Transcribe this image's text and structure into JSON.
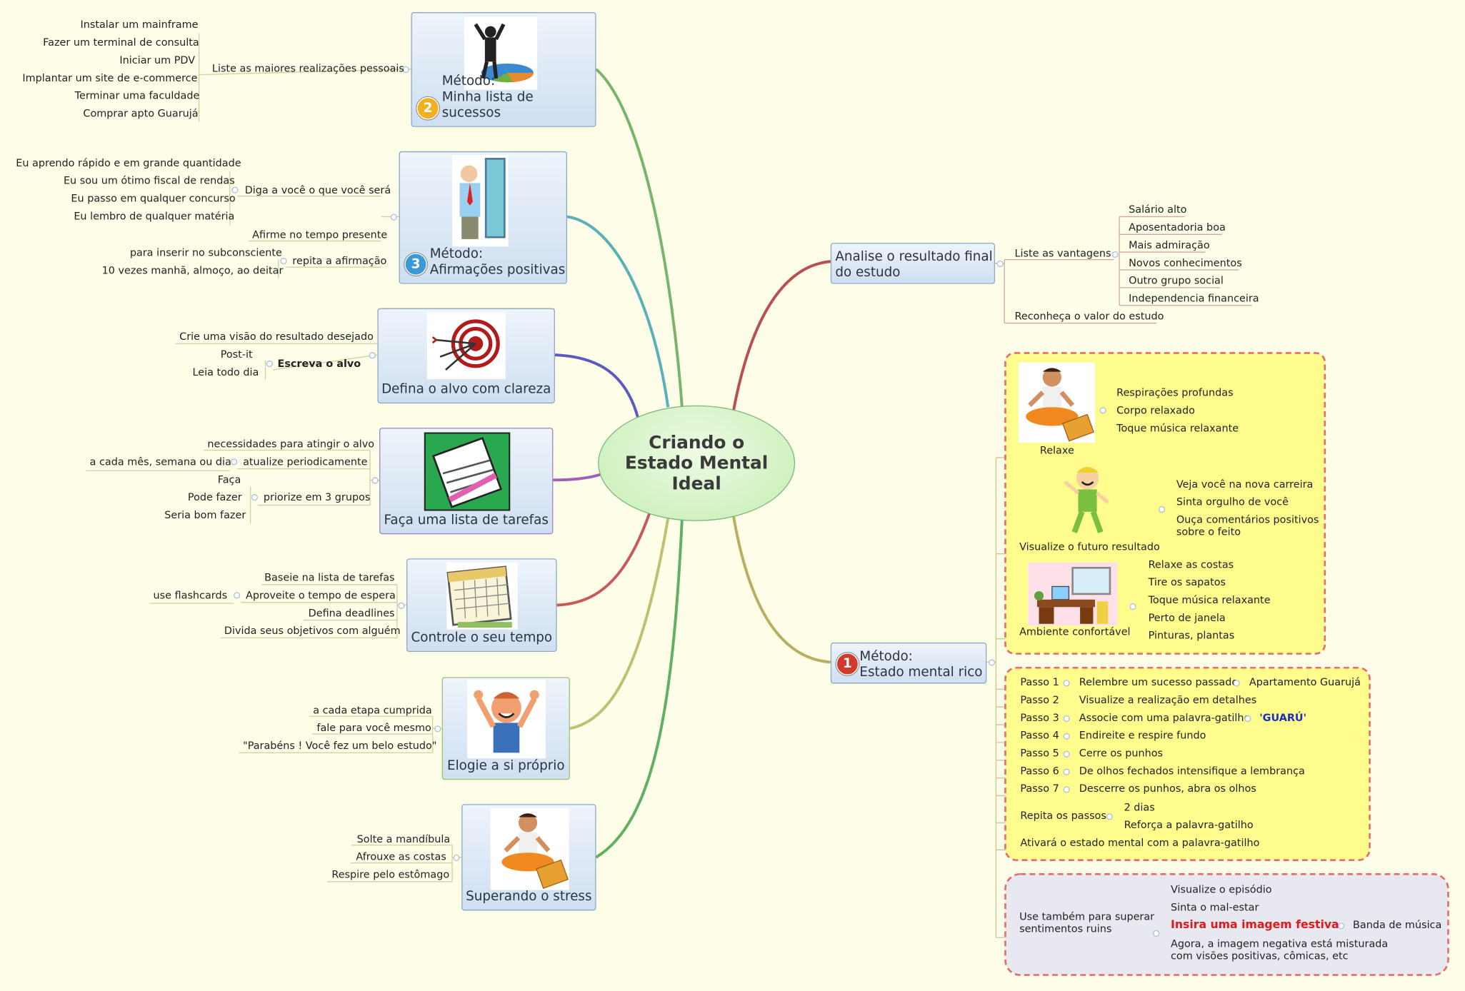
{
  "central": {
    "line1": "Criando o",
    "line2": "Estado Mental",
    "line3": "Ideal"
  },
  "sucessos": {
    "title_line1": "Método:",
    "title_line2": "Minha lista de sucessos",
    "badge": "2",
    "branch": "Liste as maiores realizações pessoais",
    "items": [
      "Instalar um mainframe",
      "Fazer um terminal de consulta",
      "Iniciar um PDV",
      "Implantar um site de e-commerce",
      "Terminar uma faculdade",
      "Comprar apto Guarujá"
    ]
  },
  "afirmacoes": {
    "title_line1": "Método:",
    "title_line2": "Afirmações positivas",
    "badge": "3",
    "branch1": "Diga a você o que você será",
    "branch1_items": [
      "Eu aprendo rápido e em grande quantidade",
      "Eu sou um ótimo fiscal de rendas",
      "Eu passo em qualquer concurso",
      "Eu lembro de qualquer matéria"
    ],
    "branch2": "Afirme no tempo presente",
    "branch3": "repita a afirmação",
    "branch3_items": [
      "para inserir no subconsciente",
      "10 vezes manhã, almoço, ao deitar"
    ]
  },
  "alvo": {
    "title": "Defina o alvo com clareza",
    "branch": "Escreva o alvo",
    "items": [
      "Crie uma visão do resultado desejado",
      "Post-it",
      "Leia todo dia"
    ]
  },
  "tarefas": {
    "title": "Faça uma lista de tarefas",
    "item1": "necessidades para atingir o alvo",
    "branch2": "atualize periodicamente",
    "branch2_item": "a cada mês, semana ou dia",
    "branch3": "priorize em 3 grupos",
    "branch3_items": [
      "Faça",
      "Pode fazer",
      "Seria bom fazer"
    ]
  },
  "tempo": {
    "title": "Controle o seu tempo",
    "item1": "Baseie na lista de tarefas",
    "branch2": "Aproveite o tempo de espera",
    "branch2_item": "use flashcards",
    "item3": "Defina deadlines",
    "item4": "Divida seus objetivos com alguém"
  },
  "elogie": {
    "title": "Elogie a si próprio",
    "items": [
      "a cada etapa cumprida",
      "fale para você mesmo",
      "\"Parabéns ! Você fez um belo estudo\""
    ]
  },
  "stress": {
    "title": "Superando o stress",
    "items": [
      "Solte a mandíbula",
      "Afrouxe as costas",
      "Respire pelo estômago"
    ]
  },
  "analise": {
    "title_line1": "Analise o resultado final",
    "title_line2": "do estudo",
    "branch": "Liste as vantagens",
    "items": [
      "Salário alto",
      "Aposentadoria boa",
      "Mais admiração",
      "Novos conhecimentos",
      "Outro grupo social",
      "Independencia financeira"
    ],
    "item_last": "Reconheça o valor do estudo"
  },
  "metodo1": {
    "title_line1": "Método:",
    "title_line2": "Estado mental rico",
    "badge": "1",
    "relaxe": {
      "label": "Relaxe",
      "items": [
        "Respirações profundas",
        "Corpo relaxado",
        "Toque música relaxante"
      ]
    },
    "visualize": {
      "label": "Visualize o futuro resultado",
      "items": [
        "Veja você na nova carreira",
        "Sinta orgulho de você",
        "Ouça comentários positivos sobre o feito"
      ]
    },
    "ambiente": {
      "label": "Ambiente confortável",
      "items": [
        "Relaxe as costas",
        "Tire os sapatos",
        "Toque música relaxante",
        "Perto de janela",
        "Pinturas, plantas"
      ]
    },
    "passos": [
      {
        "label": "Passo 1",
        "text": "Relembre um sucesso passado",
        "extra": "Apartamento Guarujá"
      },
      {
        "label": "Passo 2",
        "text": "Visualize a realização em detalhes"
      },
      {
        "label": "Passo 3",
        "text": "Associe com uma palavra-gatilho",
        "extra": "'GUARÚ'"
      },
      {
        "label": "Passo 4",
        "text": "Endireite e respire fundo"
      },
      {
        "label": "Passo 5",
        "text": "Cerre os punhos"
      },
      {
        "label": "Passo 6",
        "text": "De olhos fechados intensifique a lembrança"
      },
      {
        "label": "Passo 7",
        "text": "Descerre os punhos, abra os olhos"
      }
    ],
    "repita": {
      "label": "Repita os passos",
      "items": [
        "2 dias",
        "Reforça a palavra-gatilho"
      ]
    },
    "ativara": "Ativará o estado mental com a palavra-gatilho",
    "superar": {
      "label_line1": "Use também para superar",
      "label_line2": "sentimentos ruins",
      "items": [
        "Visualize o episódio",
        "Sinta o mal-estar",
        "Insira uma imagem festiva",
        "Agora, a imagem negativa está misturada com visões positivas, cômicas, etc"
      ],
      "extra": "Banda de música"
    }
  }
}
